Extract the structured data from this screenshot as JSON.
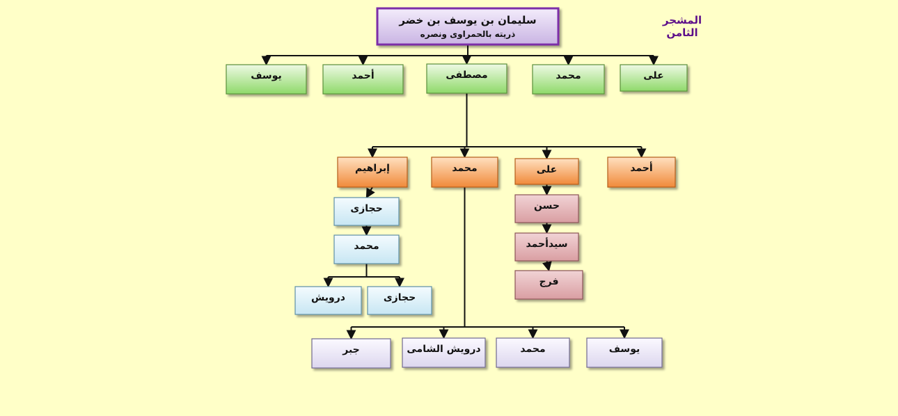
{
  "page_label": "المشجر الثامن",
  "colors": {
    "background": "#ffffc8",
    "line": "#111111",
    "root": "#d9c8ec",
    "root_border": "#7b2fa8",
    "green": "#9be07a",
    "orange": "#f6a25c",
    "blue": "#d6edf6",
    "pink": "#e2b3b6",
    "lavender": "#e8e4f3"
  },
  "root": {
    "name": "سليمان بن يوسف بن خضر",
    "subtitle": "ذريته بالحمراوى ونصره"
  },
  "nodes": [
    {
      "id": "yusuf1",
      "label": "يوسف",
      "style": "green"
    },
    {
      "id": "ahmad1",
      "label": "أحمد",
      "style": "green"
    },
    {
      "id": "mustafa",
      "label": "مصطفى",
      "style": "green"
    },
    {
      "id": "muhammad1",
      "label": "محمد",
      "style": "green"
    },
    {
      "id": "ali1",
      "label": "على",
      "style": "green"
    },
    {
      "id": "ibrahim",
      "label": "إبراهيم",
      "style": "orange"
    },
    {
      "id": "muhammad2",
      "label": "محمد",
      "style": "orange"
    },
    {
      "id": "ali2",
      "label": "على",
      "style": "orange"
    },
    {
      "id": "ahmad2",
      "label": "أحمد",
      "style": "orange"
    },
    {
      "id": "hijazi1",
      "label": "حجازى",
      "style": "blue"
    },
    {
      "id": "muhammad3",
      "label": "محمد",
      "style": "blue"
    },
    {
      "id": "darwish1",
      "label": "درويش",
      "style": "blue"
    },
    {
      "id": "hijazi2",
      "label": "حجازى",
      "style": "blue"
    },
    {
      "id": "hasan",
      "label": "حسن",
      "style": "pink"
    },
    {
      "id": "sayyid",
      "label": "سيدأحمد",
      "style": "pink"
    },
    {
      "id": "faraj",
      "label": "فرج",
      "style": "pink"
    },
    {
      "id": "jabr",
      "label": "جبر",
      "style": "lavender"
    },
    {
      "id": "darwish2",
      "label": "درويش الشامى",
      "style": "lavender"
    },
    {
      "id": "muhammad4",
      "label": "محمد",
      "style": "lavender"
    },
    {
      "id": "yusuf2",
      "label": "يوسف",
      "style": "lavender"
    }
  ],
  "edges": [
    [
      "root",
      "yusuf1"
    ],
    [
      "root",
      "ahmad1"
    ],
    [
      "root",
      "mustafa"
    ],
    [
      "root",
      "muhammad1"
    ],
    [
      "root",
      "ali1"
    ],
    [
      "mustafa",
      "ibrahim"
    ],
    [
      "mustafa",
      "muhammad2"
    ],
    [
      "mustafa",
      "ali2"
    ],
    [
      "mustafa",
      "ahmad2"
    ],
    [
      "ibrahim",
      "hijazi1"
    ],
    [
      "hijazi1",
      "muhammad3"
    ],
    [
      "muhammad3",
      "darwish1"
    ],
    [
      "muhammad3",
      "hijazi2"
    ],
    [
      "ali2",
      "hasan"
    ],
    [
      "hasan",
      "sayyid"
    ],
    [
      "sayyid",
      "faraj"
    ],
    [
      "muhammad2",
      "jabr"
    ],
    [
      "muhammad2",
      "darwish2"
    ],
    [
      "muhammad2",
      "muhammad4"
    ],
    [
      "muhammad2",
      "yusuf2"
    ]
  ]
}
